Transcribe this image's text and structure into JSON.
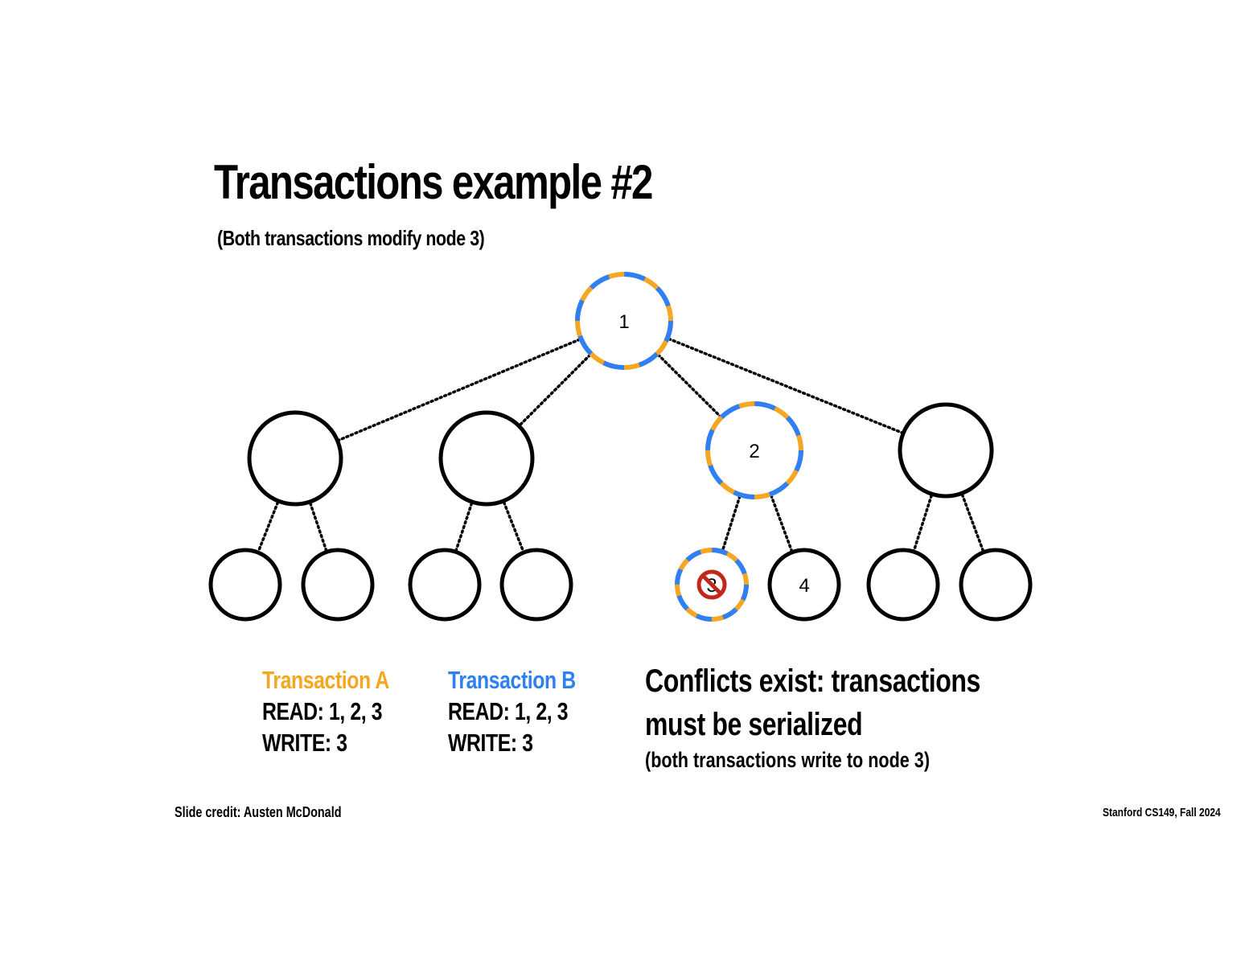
{
  "slide": {
    "title": "Transactions example #2",
    "subtitle": "(Both transactions modify node 3)"
  },
  "colors": {
    "transaction_a": "#F5A623",
    "transaction_b": "#2F7FF5",
    "conflict_icon": "#C0281A",
    "outline": "#000000"
  },
  "tree": {
    "nodes": [
      {
        "id": "root",
        "label": "1",
        "accessed": true
      },
      {
        "id": "l1-a",
        "label": "",
        "accessed": false
      },
      {
        "id": "l1-b",
        "label": "",
        "accessed": false
      },
      {
        "id": "l1-c",
        "label": "2",
        "accessed": true
      },
      {
        "id": "l1-d",
        "label": "",
        "accessed": false
      },
      {
        "id": "l2-a1",
        "label": "",
        "accessed": false
      },
      {
        "id": "l2-a2",
        "label": "",
        "accessed": false
      },
      {
        "id": "l2-b1",
        "label": "",
        "accessed": false
      },
      {
        "id": "l2-b2",
        "label": "",
        "accessed": false
      },
      {
        "id": "l2-c1",
        "label": "3",
        "accessed": true,
        "conflict_icon": "no-symbol-icon"
      },
      {
        "id": "l2-c2",
        "label": "4",
        "accessed": false
      },
      {
        "id": "l2-d1",
        "label": "",
        "accessed": false
      },
      {
        "id": "l2-d2",
        "label": "",
        "accessed": false
      }
    ],
    "edges": [
      [
        "root",
        "l1-a"
      ],
      [
        "root",
        "l1-b"
      ],
      [
        "root",
        "l1-c"
      ],
      [
        "root",
        "l1-d"
      ],
      [
        "l1-a",
        "l2-a1"
      ],
      [
        "l1-a",
        "l2-a2"
      ],
      [
        "l1-b",
        "l2-b1"
      ],
      [
        "l1-b",
        "l2-b2"
      ],
      [
        "l1-c",
        "l2-c1"
      ],
      [
        "l1-c",
        "l2-c2"
      ],
      [
        "l1-d",
        "l2-d1"
      ],
      [
        "l1-d",
        "l2-d2"
      ]
    ]
  },
  "transaction_a": {
    "name": "Transaction A",
    "read": "READ: 1, 2, 3",
    "write": "WRITE: 3"
  },
  "transaction_b": {
    "name": "Transaction B",
    "read": "READ: 1, 2, 3",
    "write": "WRITE: 3"
  },
  "conflict": {
    "line1": "Conflicts exist: transactions",
    "line2": "must be serialized",
    "note": "(both transactions write to node 3)"
  },
  "footer": {
    "credit": "Slide credit: Austen McDonald",
    "course": "Stanford CS149, Fall 2024"
  }
}
